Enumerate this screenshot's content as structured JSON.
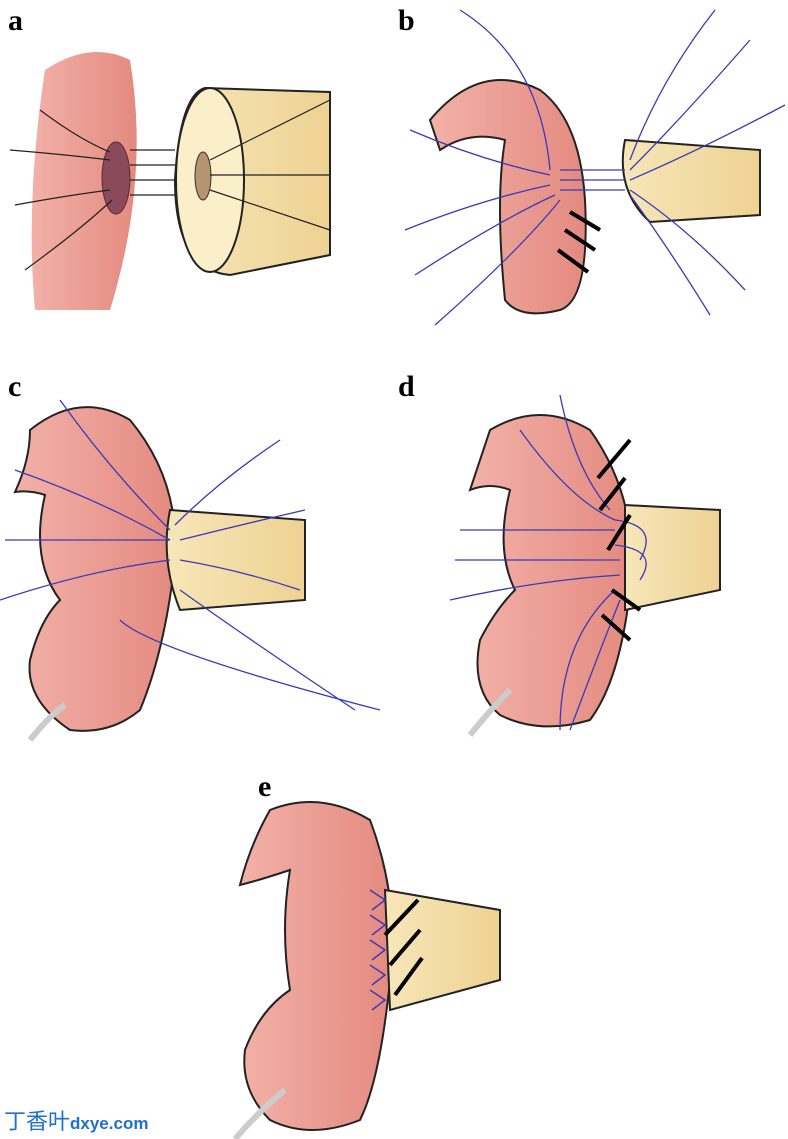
{
  "panels": [
    {
      "label": "a"
    },
    {
      "label": "b"
    },
    {
      "label": "c"
    },
    {
      "label": "d"
    },
    {
      "label": "e"
    }
  ],
  "watermark": {
    "cn": "丁香叶",
    "site": "dxye.com"
  },
  "colors": {
    "bowel": "#ec9c92",
    "stump": "#f5e2b0",
    "suture": "#3a3ab8",
    "lumen": "#8a4a5a"
  }
}
